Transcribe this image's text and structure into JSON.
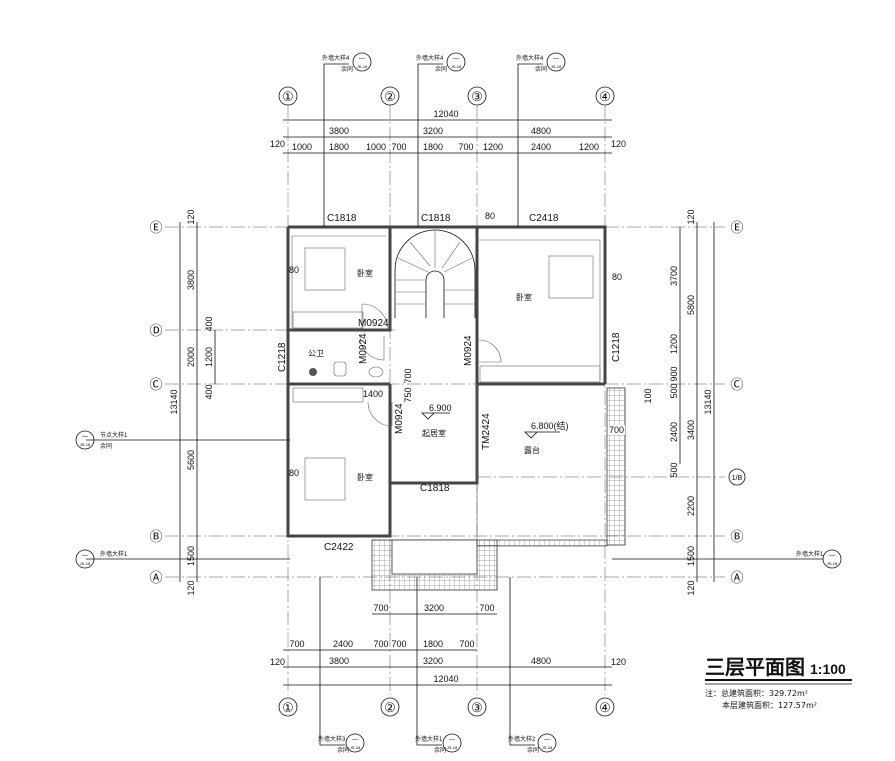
{
  "axes_vertical": [
    "①",
    "②",
    "③",
    "④"
  ],
  "axes_horizontal": [
    "Ⓔ",
    "Ⓓ",
    "Ⓒ",
    "Ⓑ",
    "Ⓐ"
  ],
  "axis_1b": "1/B",
  "top_dims": {
    "total": "12040",
    "bays": [
      "3800",
      "3200",
      "4800"
    ],
    "side": "120",
    "details": [
      "1000",
      "1800",
      "1000",
      "700",
      "1800",
      "700",
      "1200",
      "2400",
      "1200"
    ]
  },
  "bottom_dims": {
    "total": "12040",
    "bays": [
      "3800",
      "3200",
      "4800"
    ],
    "side": "120",
    "details": [
      "700",
      "2400",
      "700",
      "700",
      "1800",
      "700"
    ],
    "balcony": [
      "700",
      "3200",
      "700"
    ]
  },
  "left_dims": {
    "total": "13140",
    "bays": [
      "120",
      "3800",
      "2000",
      "5600",
      "1500",
      "120"
    ],
    "details": [
      "400",
      "1200",
      "400"
    ]
  },
  "right_dims": {
    "total": "13140",
    "bays": [
      "120",
      "5800",
      "3400",
      "2200",
      "1500",
      "120"
    ],
    "details": [
      "3700",
      "1200",
      "900",
      "500",
      "2400",
      "500"
    ],
    "extra": [
      "100",
      "700"
    ]
  },
  "windows": {
    "c1818_a": "C1818",
    "c1818_b": "C1818",
    "c2418": "C2418",
    "c1218_l": "C1218",
    "c1218_r": "C1218",
    "c1818_c": "C1818",
    "c2422": "C2422"
  },
  "doors": {
    "m1": "M0924",
    "m2": "M0924",
    "m3": "M0924",
    "m4": "M0924",
    "tm": "TM2424"
  },
  "rooms": {
    "bed_nw": "卧室",
    "bed_ne": "卧室",
    "bath": "公卫",
    "bed_sw": "卧室",
    "living": "起居室",
    "terrace": "露台"
  },
  "misc_dims": {
    "w80a": "80",
    "w80b": "80",
    "w80c": "80",
    "w80d": "80",
    "d1400": "1400",
    "d700": "700",
    "d750": "750"
  },
  "elevations": {
    "living": "6.900",
    "terrace": "6.800(结)"
  },
  "callouts": {
    "top": [
      "外墙大样4",
      "外墙大样4",
      "外墙大样4"
    ],
    "bottom": [
      "外墙大样3",
      "外墙大样1",
      "外墙大样2"
    ],
    "left": [
      "节点大样1",
      "外墙大样1"
    ],
    "right": "外墙大样1",
    "same": "余同",
    "dash": "—",
    "sheet": "JS-18"
  },
  "title": "三层平面图",
  "scale": "1:100",
  "notes": {
    "total_area": "注：总建筑面积：329.72m²",
    "floor_area": "本层建筑面积：127.57m²"
  }
}
